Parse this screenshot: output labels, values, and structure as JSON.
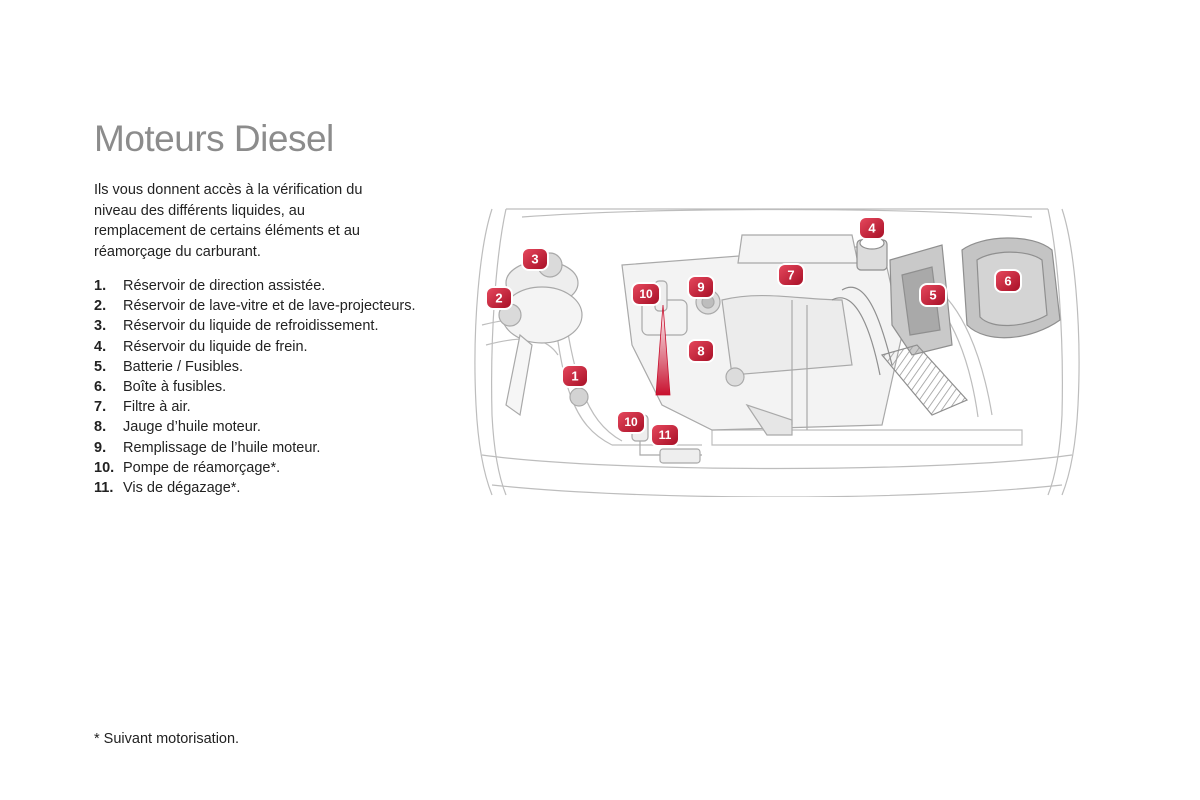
{
  "page": {
    "title": "Moteurs Diesel",
    "intro": "Ils vous donnent accès à la vérification du niveau des différents liquides, au remplacement de certains éléments et au réamorçage du carburant.",
    "footnote": "* Suivant motorisation."
  },
  "items": [
    {
      "num": "1.",
      "text": "Réservoir de direction assistée."
    },
    {
      "num": "2.",
      "text": "Réservoir de lave-vitre et de lave-projecteurs."
    },
    {
      "num": "3.",
      "text": "Réservoir du liquide de refroidissement."
    },
    {
      "num": "4.",
      "text": "Réservoir du liquide de frein."
    },
    {
      "num": "5.",
      "text": "Batterie / Fusibles."
    },
    {
      "num": "6.",
      "text": "Boîte à fusibles."
    },
    {
      "num": "7.",
      "text": "Filtre à air."
    },
    {
      "num": "8.",
      "text": "Jauge d’huile moteur."
    },
    {
      "num": "9.",
      "text": "Remplissage de l’huile moteur."
    },
    {
      "num": "10.",
      "text": "Pompe de réamorçage*."
    },
    {
      "num": "11.",
      "text": "Vis de dégazage*."
    }
  ],
  "diagram": {
    "badges": [
      "1",
      "2",
      "3",
      "4",
      "5",
      "6",
      "7",
      "8",
      "9",
      "10",
      "10",
      "11"
    ],
    "accent_color": "#c8102e",
    "line_color": "#b9b9b9"
  }
}
